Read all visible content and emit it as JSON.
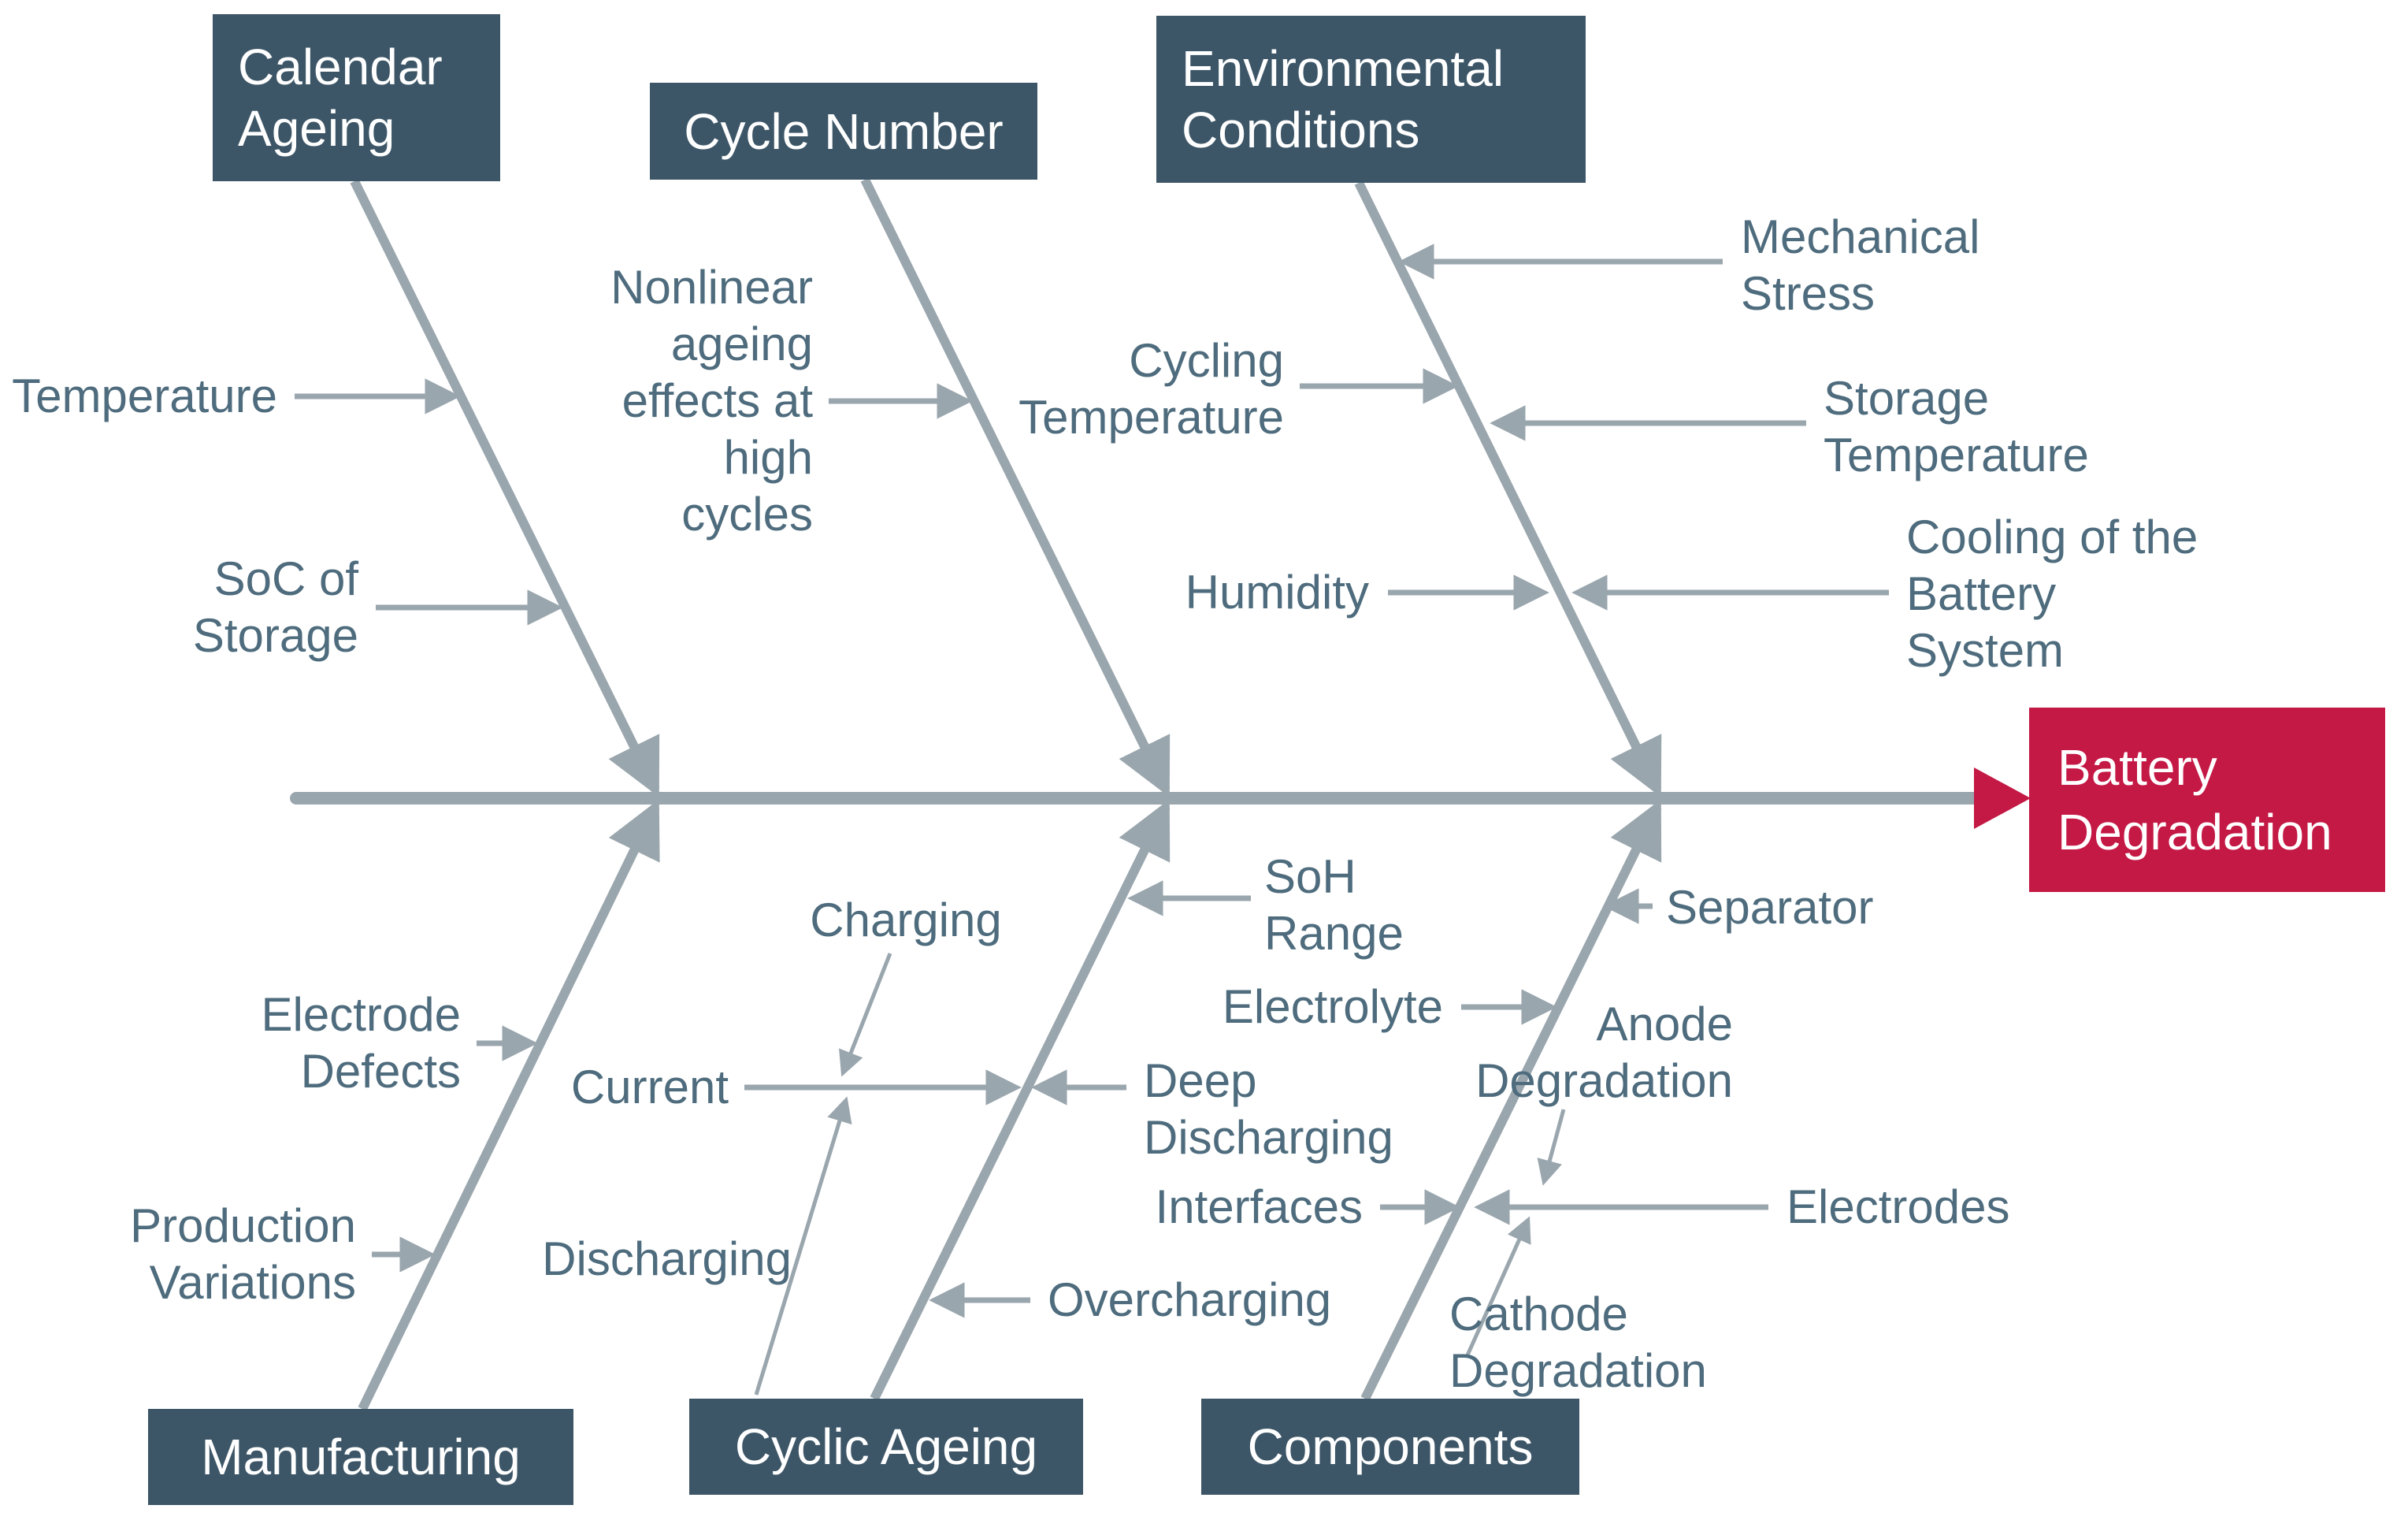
{
  "colors": {
    "category_box": "#3d5667",
    "effect_box": "#c41845",
    "line": "#9aa6ad",
    "label_text": "#4e6c7d",
    "spine": "#c41845"
  },
  "effect": {
    "label": "Battery\nDegradation"
  },
  "categories": {
    "calendar_ageing": {
      "label": "Calendar\nAgeing"
    },
    "cycle_number": {
      "label": "Cycle Number"
    },
    "environmental_conditions": {
      "label": "Environmental\nConditions"
    },
    "manufacturing": {
      "label": "Manufacturing"
    },
    "cyclic_ageing": {
      "label": "Cyclic Ageing"
    },
    "components": {
      "label": "Components"
    }
  },
  "causes": {
    "temperature": {
      "label": "Temperature"
    },
    "soc_of_storage": {
      "label": "SoC of\nStorage"
    },
    "nonlinear_ageing": {
      "label": "Nonlinear\nageing\neffects at\nhigh\ncycles"
    },
    "mechanical_stress": {
      "label": "Mechanical\nStress"
    },
    "cycling_temperature": {
      "label": "Cycling\nTemperature"
    },
    "storage_temperature": {
      "label": "Storage\nTemperature"
    },
    "humidity": {
      "label": "Humidity"
    },
    "cooling_of_battery_system": {
      "label": "Cooling of the\nBattery\nSystem"
    },
    "electrode_defects": {
      "label": "Electrode\nDefects"
    },
    "production_variations": {
      "label": "Production\nVariations"
    },
    "soh_range": {
      "label": "SoH\nRange"
    },
    "current": {
      "label": "Current"
    },
    "charging": {
      "label": "Charging"
    },
    "discharging": {
      "label": "Discharging"
    },
    "deep_discharging": {
      "label": "Deep\nDischarging"
    },
    "overcharging": {
      "label": "Overcharging"
    },
    "separator": {
      "label": "Separator"
    },
    "electrolyte": {
      "label": "Electrolyte"
    },
    "anode_degradation": {
      "label": "Anode\nDegradation"
    },
    "interfaces": {
      "label": "Interfaces"
    },
    "electrodes": {
      "label": "Electrodes"
    },
    "cathode_degradation": {
      "label": "Cathode\nDegradation"
    }
  }
}
